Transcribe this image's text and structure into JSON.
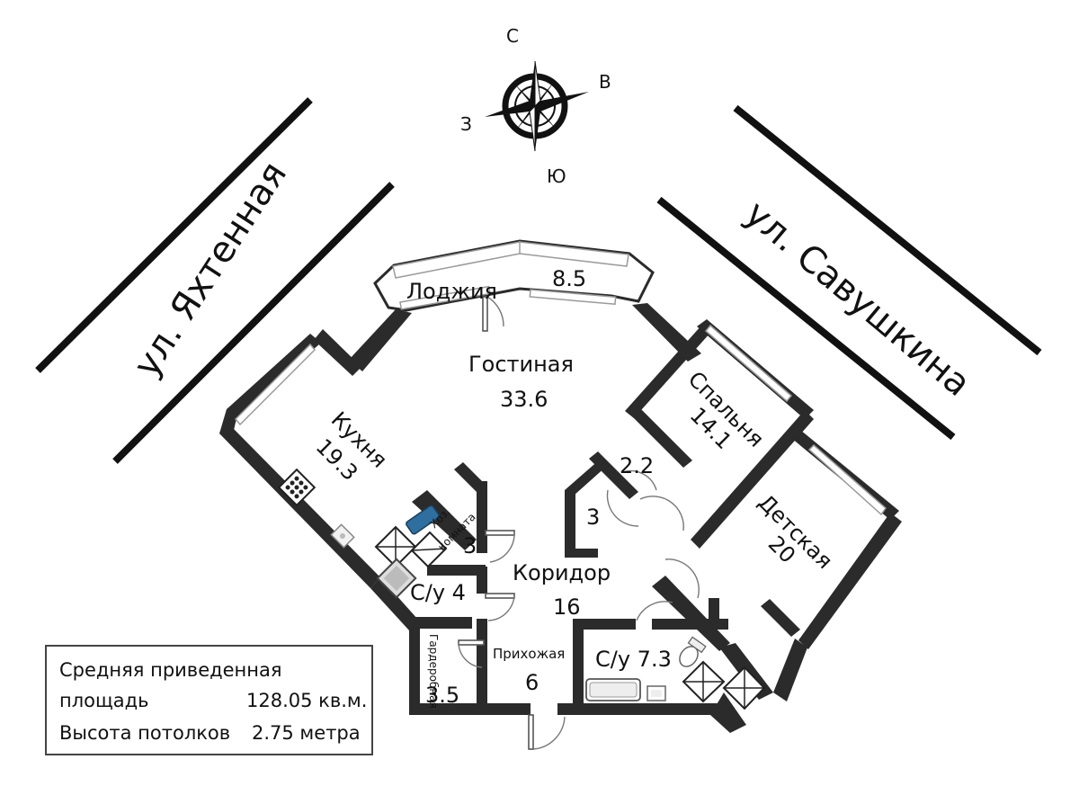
{
  "compass": {
    "north": "С",
    "east": "В",
    "south": "Ю",
    "west": "З"
  },
  "streets": {
    "left": "ул. Яхтенная",
    "right": "ул. Савушкина"
  },
  "rooms": {
    "loggia": {
      "name": "Лоджия",
      "area": "8.5"
    },
    "living": {
      "name": "Гостиная",
      "area": "33.6"
    },
    "kitchen": {
      "name": "Кухня",
      "area": "19.3"
    },
    "bedroom": {
      "name": "Спальня",
      "area": "14.1"
    },
    "kids": {
      "name": "Детская",
      "area": "20"
    },
    "corridor": {
      "name": "Коридор",
      "area": "16"
    },
    "hall": {
      "name": "Прихожая",
      "area": "6"
    },
    "bath_small": {
      "name": "С/у 4"
    },
    "bath_big": {
      "name": "С/у 7.3"
    },
    "utility": {
      "name_line1": "Хоз.",
      "name_line2": "комната",
      "area": "3"
    },
    "wardrobe": {
      "name": "Гардеробная",
      "area": "3.5"
    },
    "closet_a": {
      "area": "2.2"
    },
    "closet_b": {
      "area": "3"
    }
  },
  "info": {
    "area_label_line1": "Средняя приведенная",
    "area_label_line2": "площадь",
    "area_value": "128.05 кв.м.",
    "height_label": "Высота потолков",
    "height_value": "2.75 метра"
  }
}
